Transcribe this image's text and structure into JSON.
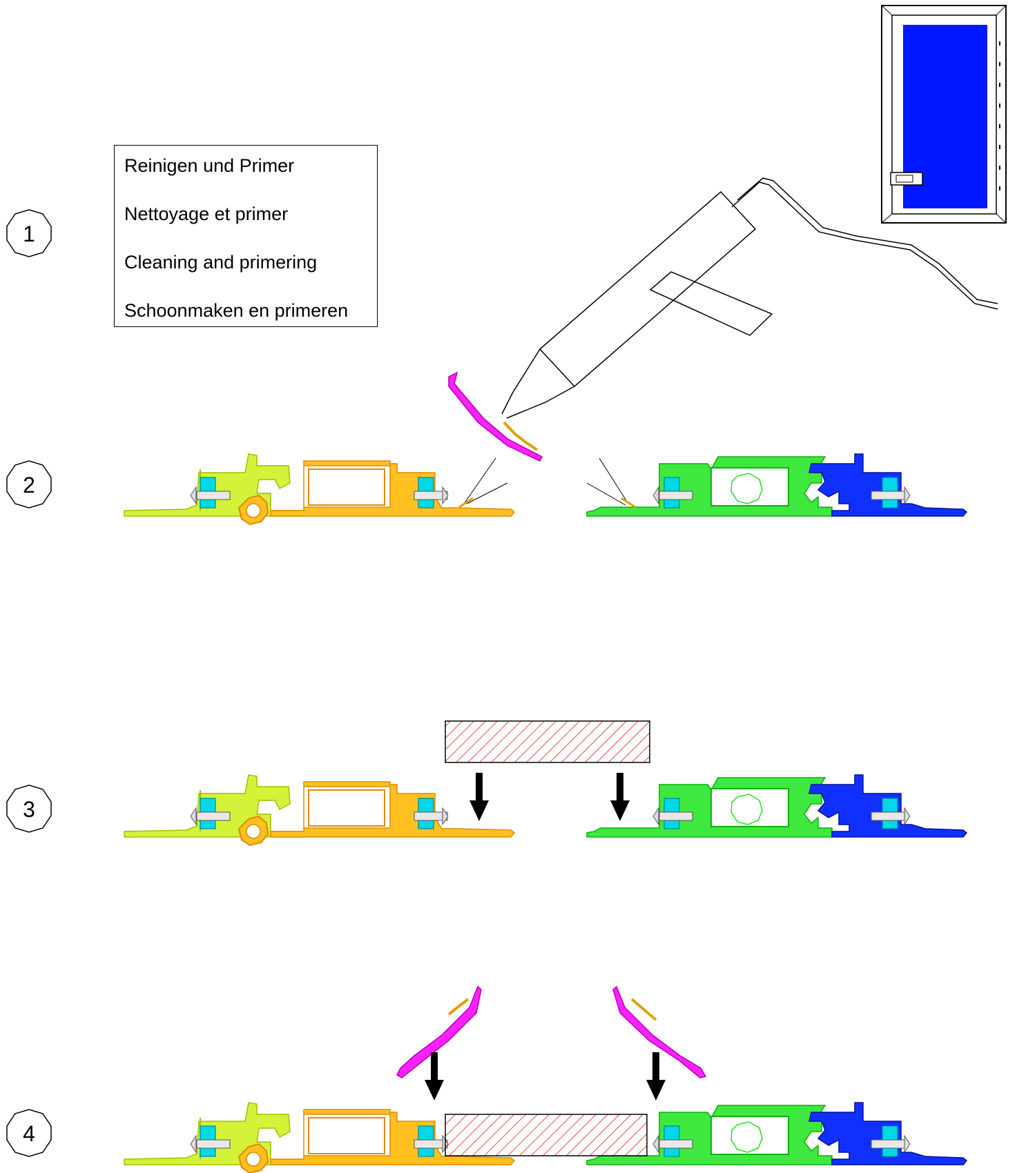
{
  "legend": {
    "lines": [
      "Reinigen und Primer",
      "Nettoyage et primer",
      "Cleaning and primering",
      "Schoonmaken en primeren"
    ]
  },
  "steps": [
    "1",
    "2",
    "3",
    "4"
  ],
  "colors": {
    "profile_yellow_green": "#c8f000",
    "profile_orange": "#ffb000",
    "profile_green": "#1ee01e",
    "profile_blue": "#0010e0",
    "bead_magenta": "#ff00ff",
    "gasket_cyan": "#00e0e0",
    "door_panel": "#0018ff",
    "hatch_red": "#e02020",
    "arrow": "#000000"
  },
  "icons": [
    "door-elevation-icon",
    "primer-gun-icon",
    "glass-pane-hatched",
    "down-arrow-icon"
  ]
}
